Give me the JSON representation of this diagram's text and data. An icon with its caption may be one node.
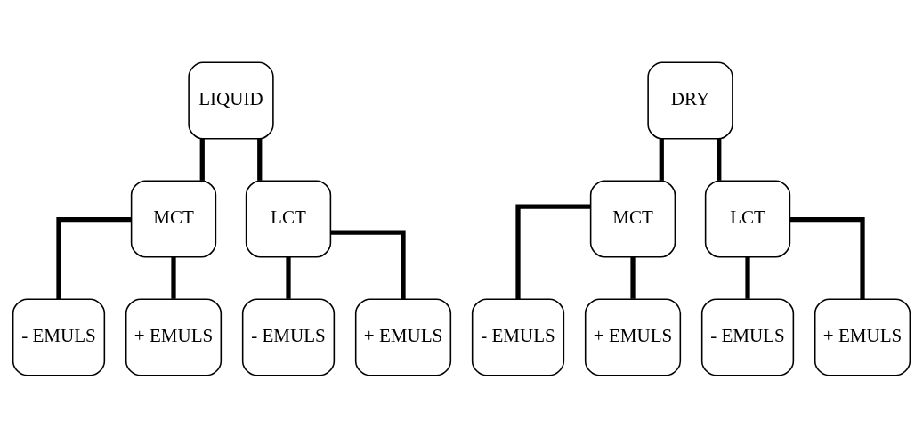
{
  "diagram": {
    "nodes": [
      {
        "text": [
          "LIQUID"
        ]
      },
      {
        "text": [
          "MCT"
        ]
      },
      {
        "text": [
          "LCT"
        ]
      },
      {
        "text": [
          "- EMULS"
        ]
      },
      {
        "text": [
          "+ EMULS"
        ]
      },
      {
        "text": [
          "- EMULS"
        ]
      },
      {
        "text": [
          "+ EMULS"
        ]
      },
      {
        "text": [
          "DRY"
        ]
      },
      {
        "text": [
          "MCT"
        ]
      },
      {
        "text": [
          "LCT"
        ]
      },
      {
        "text": [
          "- EMULS"
        ]
      },
      {
        "text": [
          "+ EMULS"
        ]
      },
      {
        "text": [
          "- EMULS"
        ]
      },
      {
        "text": [
          "+ EMULS"
        ]
      }
    ],
    "edges": [
      {
        "from": 0,
        "to": 1,
        "arrow": "none"
      },
      {
        "from": 0,
        "to": 2,
        "arrow": "none"
      },
      {
        "from": 1,
        "to": 3,
        "arrow": "none"
      },
      {
        "from": 1,
        "to": 4,
        "arrow": "none"
      },
      {
        "from": 2,
        "to": 5,
        "arrow": "none"
      },
      {
        "from": 2,
        "to": 6,
        "arrow": "none"
      },
      {
        "from": 7,
        "to": 8,
        "arrow": "none"
      },
      {
        "from": 7,
        "to": 9,
        "arrow": "none"
      },
      {
        "from": 8,
        "to": 10,
        "arrow": "none"
      },
      {
        "from": 8,
        "to": 11,
        "arrow": "none"
      },
      {
        "from": 9,
        "to": 12,
        "arrow": "none"
      },
      {
        "from": 9,
        "to": 13,
        "arrow": "none"
      }
    ]
  }
}
